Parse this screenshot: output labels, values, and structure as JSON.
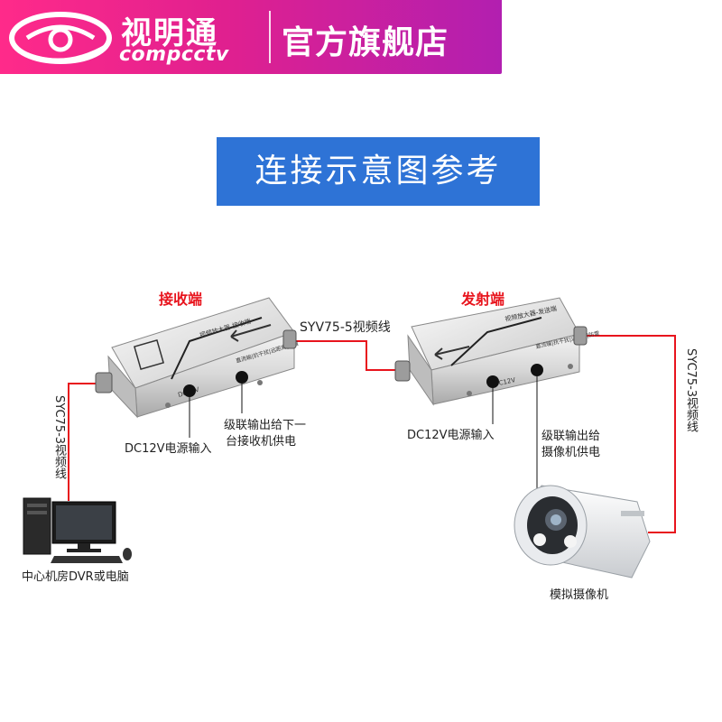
{
  "brand": {
    "name_cn": "视明通",
    "name_en": "compcctv",
    "store": "官方旗舰店",
    "bar_color": "#e0208f"
  },
  "title": "连接示意图参考",
  "title_color": "#2e73d6",
  "receiver": {
    "label": "接收端",
    "panel_text": "视频放大器-接收端",
    "port_labels": "直流输|抗干扰|远距离|防雷",
    "dc_label": "DC12V"
  },
  "transmitter": {
    "label": "发射端",
    "panel_text": "视频放大器-发送端",
    "port_labels": "直流输|抗干扰|远距离|防雷",
    "dc_label": "DC12V"
  },
  "cables": {
    "middle": "SYV75-5视频线",
    "left": "SYC75-3视频线",
    "right": "SYC75-3视频线",
    "color": "#e8141d"
  },
  "annotations": {
    "rx_power": "DC12V电源输入",
    "rx_cascade_line1": "级联输出给下一",
    "rx_cascade_line2": "台接收机供电",
    "tx_power": "DC12V电源输入",
    "tx_cascade_line1": "级联输出给",
    "tx_cascade_line2": "摄像机供电"
  },
  "devices": {
    "computer": "中心机房DVR或电脑",
    "camera": "模拟摄像机"
  }
}
